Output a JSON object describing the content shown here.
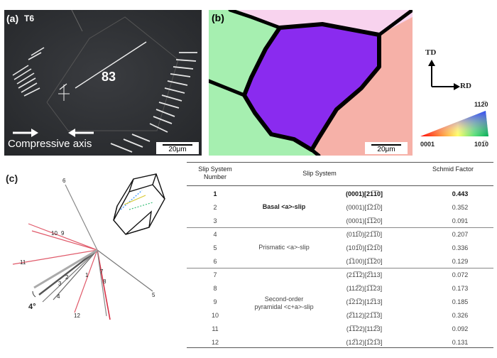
{
  "panel_a": {
    "letter": "(a)",
    "temper": "T6",
    "angle_label": "83",
    "axis_label": "Compressive axis",
    "scale_label": "20μm"
  },
  "panel_b": {
    "letter": "(b)",
    "scale_label": "20μm",
    "td_label": "TD",
    "rd_label": "RD",
    "ipf_top": "11<span style=\"text-decoration:overline\">2</span>0",
    "ipf_top_text": "112̅0",
    "ipf_left": "0001",
    "ipf_right": "101̅0",
    "colors": {
      "green": "#a6efb0",
      "salmon": "#f6b1a8",
      "pink": "#f8d3ee",
      "purple": "#8a2bef",
      "boundary": "#000000"
    }
  },
  "panel_c": {
    "letter": "(c)",
    "angle_label": "4°",
    "line_labels": [
      "1",
      "2",
      "3",
      "4",
      "5",
      "6",
      "7",
      "8",
      "9",
      "10",
      "11",
      "12"
    ]
  },
  "table": {
    "headers": {
      "number": "Slip System Number",
      "system": "Slip System",
      "schmid": "Schmid Factor"
    },
    "families": [
      {
        "name": "Basal <a>-slip",
        "bold": true
      },
      {
        "name": "Prismatic <a>-slip",
        "bold": false
      },
      {
        "name": "Second-order pyramidal <c+a>-slip",
        "bold": false
      }
    ],
    "rows": [
      {
        "num": "1",
        "system": "(0001)[21̅1̅0]",
        "sf": "0.443"
      },
      {
        "num": "2",
        "system": "(0001)[1̅21̅0]",
        "sf": "0.352"
      },
      {
        "num": "3",
        "system": "(0001)[1̅1̅20]",
        "sf": "0.091"
      },
      {
        "num": "4",
        "system": "(011̅0)[21̅1̅0]",
        "sf": "0.207"
      },
      {
        "num": "5",
        "system": "(101̅0)[1̅21̅0]",
        "sf": "0.336"
      },
      {
        "num": "6",
        "system": "(1̅100)[1̅1̅20]",
        "sf": "0.129"
      },
      {
        "num": "7",
        "system": "(21̅1̅2)[2̅113]",
        "sf": "0.072"
      },
      {
        "num": "8",
        "system": "(112̅2)[1̅1̅23]",
        "sf": "0.173"
      },
      {
        "num": "9",
        "system": "(1̅21̅2)[12̅13]",
        "sf": "0.185"
      },
      {
        "num": "10",
        "system": "(2̅112)[21̅1̅3]",
        "sf": "0.326"
      },
      {
        "num": "11",
        "system": "(1̅1̅22)[112̅3]",
        "sf": "0.092"
      },
      {
        "num": "12",
        "system": "(12̅12)[1̅21̅3]",
        "sf": "0.131"
      }
    ]
  }
}
